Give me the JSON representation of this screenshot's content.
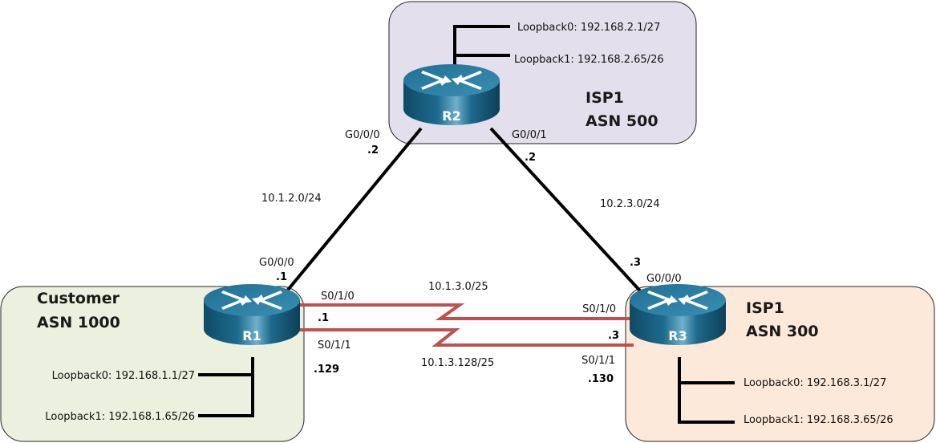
{
  "colors": {
    "isp500_zone": "#e4dfec",
    "customer_zone": "#ebf1de",
    "isp300_zone": "#fde9d9",
    "zone_border": "#222222",
    "ethernet_link": "#000000",
    "serial_link": "#c0504d",
    "router_top": "#2a7ea0",
    "router_body": "#1b5e7e"
  },
  "zones": {
    "isp500": {
      "line1": "ISP1",
      "line2": "ASN 500"
    },
    "customer": {
      "line1": "Customer",
      "line2": "ASN 1000"
    },
    "isp300": {
      "line1": "ISP1",
      "line2": "ASN 300"
    }
  },
  "routers": {
    "r1": {
      "name": "R1",
      "icon": "router-icon"
    },
    "r2": {
      "name": "R2",
      "icon": "router-icon"
    },
    "r3": {
      "name": "R3",
      "icon": "router-icon"
    }
  },
  "loopbacks": {
    "r1": [
      "Loopback0: 192.168.1.1/27",
      "Loopback1: 192.168.1.65/26"
    ],
    "r2": [
      "Loopback0: 192.168.2.1/27",
      "Loopback1: 192.168.2.65/26"
    ],
    "r3": [
      "Loopback0: 192.168.3.1/27",
      "Loopback1: 192.168.3.65/26"
    ]
  },
  "links": {
    "r1_r2": {
      "network": "10.1.2.0/24",
      "r2_iface": "G0/0/0",
      "r2_host": ".2",
      "r1_iface": "G0/0/0",
      "r1_host": ".1"
    },
    "r2_r3": {
      "network": "10.2.3.0/24",
      "r2_iface": "G0/0/1",
      "r2_host": ".2",
      "r3_iface": "G0/0/0",
      "r3_host": ".3"
    },
    "serial1": {
      "network": "10.1.3.0/25",
      "r1_iface": "S0/1/0",
      "r1_host": ".1",
      "r3_iface": "S0/1/0",
      "r3_host": ".3"
    },
    "serial2": {
      "network": "10.1.3.128/25",
      "r1_iface": "S0/1/1",
      "r1_host": ".129",
      "r3_iface": "S0/1/1",
      "r3_host": ".130"
    }
  }
}
